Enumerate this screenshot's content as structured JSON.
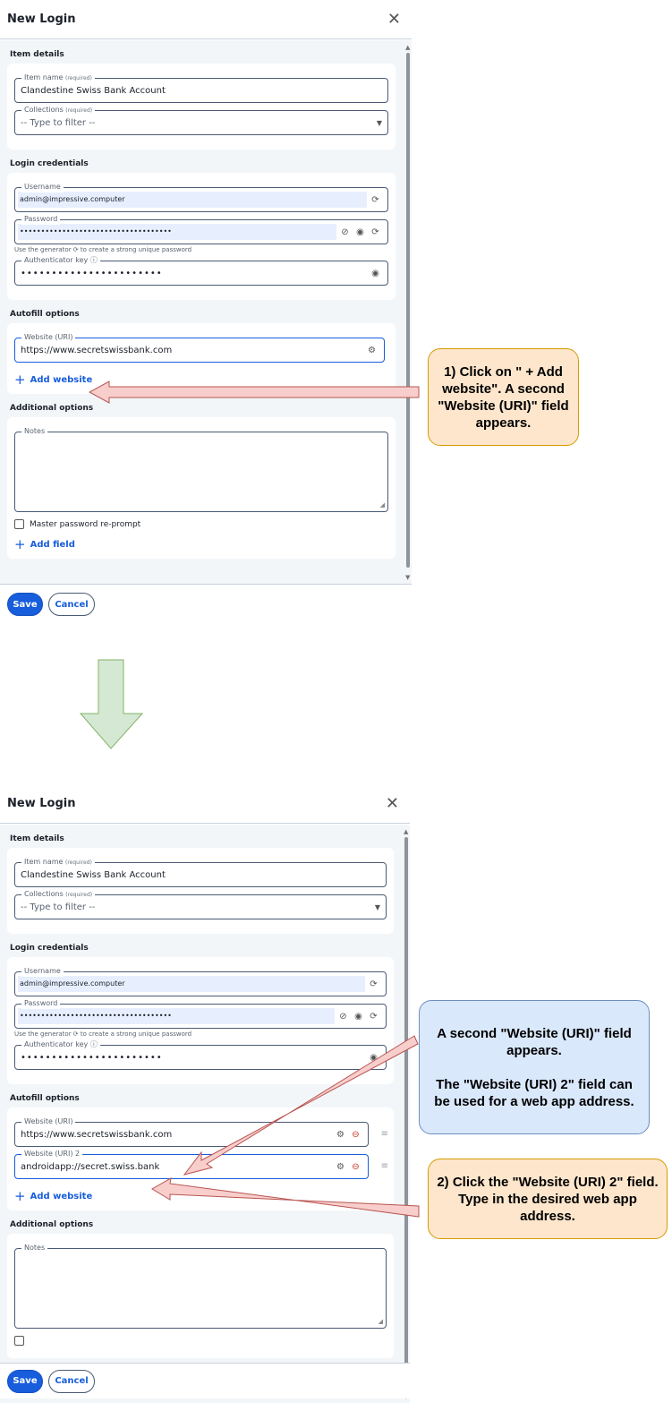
{
  "panel1": {
    "title": "New Login",
    "sections": {
      "item_details": "Item details",
      "login_credentials": "Login credentials",
      "autofill_options": "Autofill options",
      "additional_options": "Additional options"
    },
    "item_name": {
      "label": "Item name",
      "req": "(required)",
      "value": "Clandestine Swiss Bank Account"
    },
    "collections": {
      "label": "Collections",
      "req": "(required)",
      "value": "-- Type to filter --"
    },
    "username": {
      "label": "Username",
      "value": "admin@impressive.computer"
    },
    "password": {
      "label": "Password",
      "value": "••••••••••••••••••••••••••••••••••••"
    },
    "password_hint": "Use the generator ⟳ to create a strong unique password",
    "auth_key": {
      "label": "Authenticator key ⓘ",
      "value": "•••••••••••••••••••••••"
    },
    "website1": {
      "label": "Website (URI)",
      "value": "https://www.secretswissbank.com"
    },
    "add_website": "Add website",
    "notes_label": "Notes",
    "reprompt": "Master password re-prompt",
    "add_field": "Add field",
    "save": "Save",
    "cancel": "Cancel"
  },
  "panel2": {
    "title": "New Login",
    "sections": {
      "item_details": "Item details",
      "login_credentials": "Login credentials",
      "autofill_options": "Autofill options",
      "additional_options": "Additional options"
    },
    "item_name": {
      "label": "Item name",
      "req": "(required)",
      "value": "Clandestine Swiss Bank Account"
    },
    "collections": {
      "label": "Collections",
      "req": "(required)",
      "value": "-- Type to filter --"
    },
    "username": {
      "label": "Username",
      "value": "admin@impressive.computer"
    },
    "password": {
      "label": "Password",
      "value": "••••••••••••••••••••••••••••••••••••"
    },
    "password_hint": "Use the generator ⟳ to create a strong unique password",
    "auth_key": {
      "label": "Authenticator key ⓘ",
      "value": "•••••••••••••••••••••••"
    },
    "website1": {
      "label": "Website (URI)",
      "value": "https://www.secretswissbank.com"
    },
    "website2": {
      "label": "Website (URI) 2",
      "value": "androidapp://secret.swiss.bank"
    },
    "add_website": "Add website",
    "notes_label": "Notes",
    "save": "Save",
    "cancel": "Cancel"
  },
  "callouts": {
    "step1": "1) Click on \" + Add website\".  A second \"Website (URI)\" field appears.",
    "info": "A second \"Website (URI)\" field appears.\n\nThe \"Website (URI) 2\" field can be used for a web app address.",
    "step2": "2) Click the \"Website (URI) 2\" field.  Type in the desired web app address."
  },
  "colors": {
    "accent": "#175ddc",
    "callout_orange": "#fde6cc",
    "callout_blue": "#dae8fc",
    "arrow_fill": "#f8cecc",
    "down_arrow_fill": "#d5e8d4"
  }
}
